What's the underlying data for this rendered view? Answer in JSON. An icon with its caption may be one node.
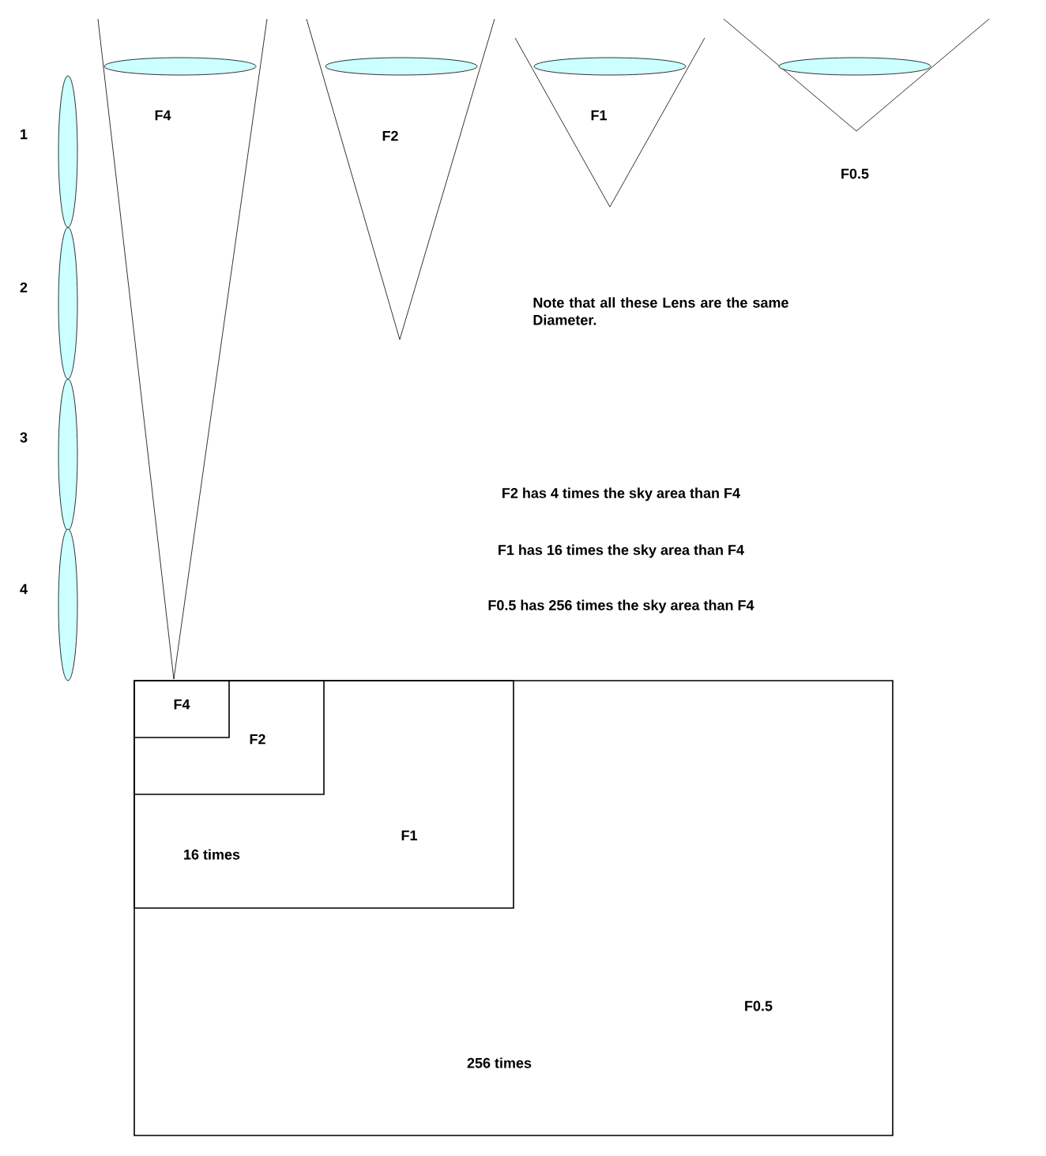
{
  "diagram": {
    "nodes": [
      {
        "text": [
          "F4"
        ]
      },
      {
        "text": [
          "F2"
        ]
      },
      {
        "text": [
          "F1"
        ]
      },
      {
        "text": [
          "F0.5"
        ]
      },
      {
        "text": [],
        "shape": "ellipse",
        "beside": [
          "1"
        ]
      },
      {
        "text": [],
        "shape": "ellipse",
        "beside": [
          "2"
        ]
      },
      {
        "text": [],
        "shape": "ellipse",
        "beside": [
          "3"
        ]
      },
      {
        "text": [],
        "shape": "ellipse",
        "beside": [
          "4"
        ]
      },
      {
        "text": [
          "F0.5",
          "256 times"
        ]
      },
      {
        "text": [
          "F1",
          "16 times"
        ],
        "in": 8
      },
      {
        "text": [
          "F2"
        ],
        "in": 9
      },
      {
        "text": [
          "F4"
        ],
        "in": 10
      }
    ],
    "edges": [],
    "labels": [
      "Note that all these Lens are the same Diameter.",
      "F2 has 4 times the sky area than F4",
      "F1 has 16 times the sky area than F4",
      "F0.5 has 256 times the sky area than F4"
    ]
  }
}
